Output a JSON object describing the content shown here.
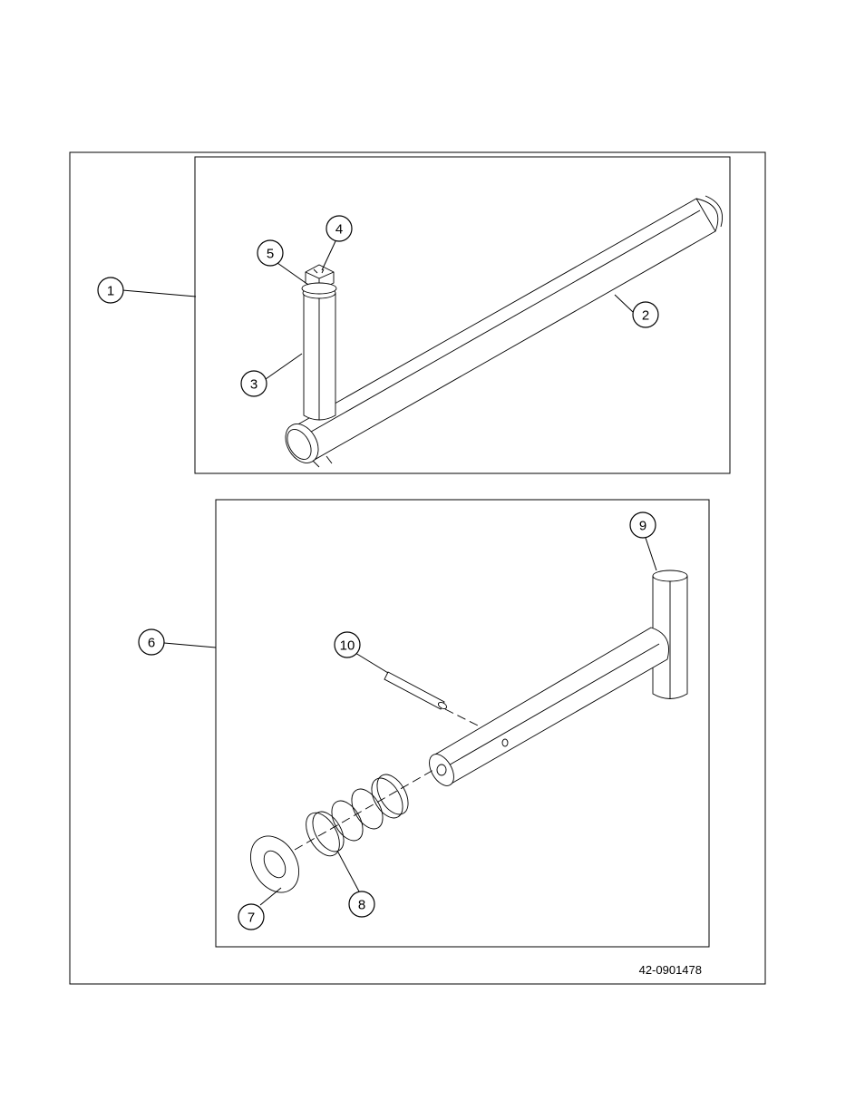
{
  "callouts": {
    "c1": "1",
    "c2": "2",
    "c3": "3",
    "c4": "4",
    "c5": "5",
    "c6": "6",
    "c7": "7",
    "c8": "8",
    "c9": "9",
    "c10": "10"
  },
  "drawing_number": "42-0901478"
}
